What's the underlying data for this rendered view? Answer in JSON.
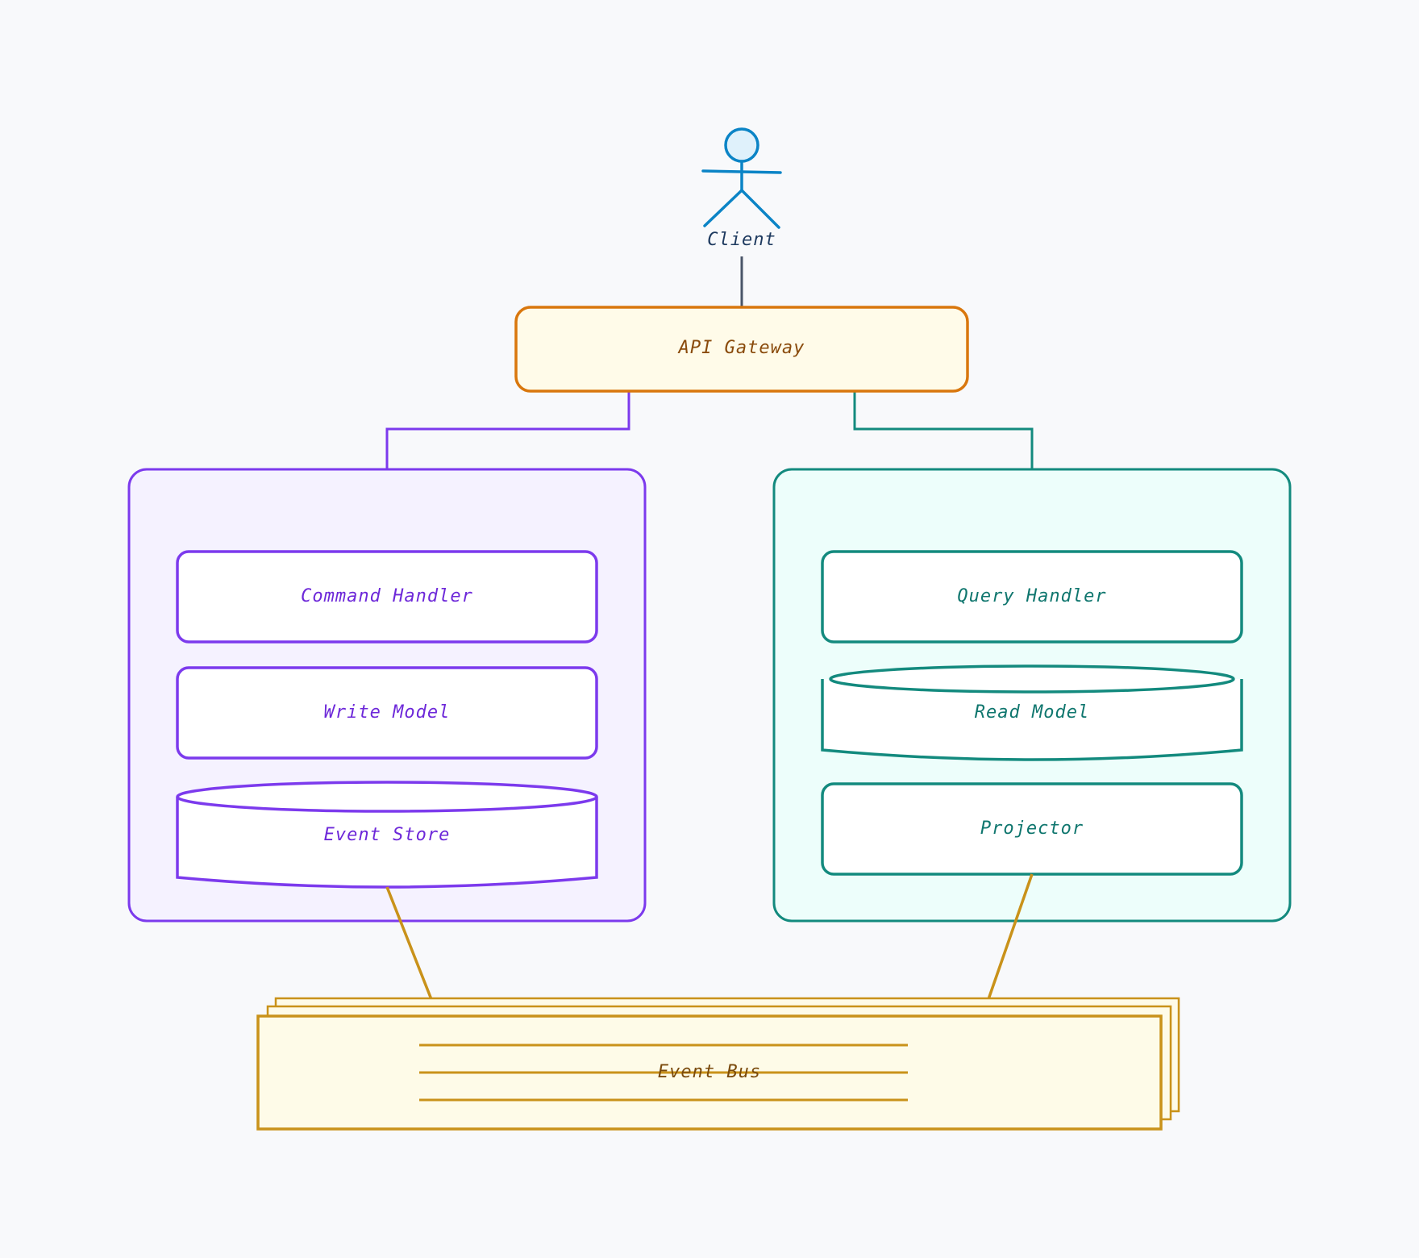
{
  "diagram": {
    "client": {
      "label": "Client",
      "color": "#0b84c6"
    },
    "gateway": {
      "label": "API Gateway",
      "stroke": "#d9770d",
      "fill": "#fffbe9",
      "text_color": "#8a4b0c"
    },
    "write_side": {
      "stroke": "#7c3aed",
      "fill": "#f5f2ff",
      "text_color": "#6d28d9",
      "nodes": [
        {
          "id": "command-handler",
          "label": "Command Handler",
          "shape": "rect"
        },
        {
          "id": "write-model",
          "label": "Write Model",
          "shape": "rect"
        },
        {
          "id": "event-store",
          "label": "Event Store",
          "shape": "cylinder"
        }
      ]
    },
    "read_side": {
      "stroke": "#138a7e",
      "fill": "#edfefb",
      "text_color": "#0f766e",
      "nodes": [
        {
          "id": "query-handler",
          "label": "Query Handler",
          "shape": "rect"
        },
        {
          "id": "read-model",
          "label": "Read Model",
          "shape": "cylinder"
        },
        {
          "id": "projector",
          "label": "Projector",
          "shape": "rect"
        }
      ]
    },
    "event_bus": {
      "label": "Event Bus",
      "stroke": "#c9921a",
      "fill": "#fefbe8",
      "text_color": "#7a4a0c"
    },
    "connector_color": "#4a5568"
  }
}
